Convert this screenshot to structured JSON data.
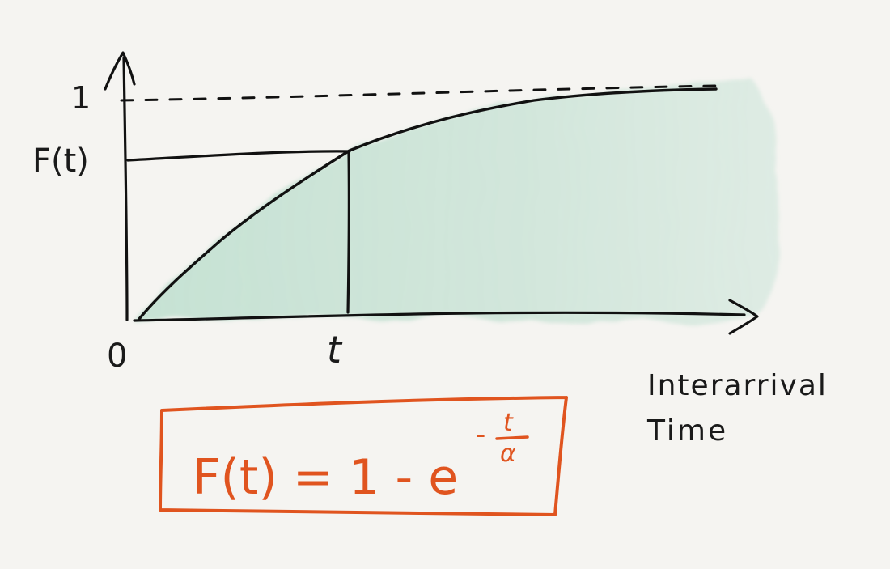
{
  "diagram": {
    "y_tick_one": "1",
    "y_tick_ft": "F(t)",
    "x_tick_zero": "0",
    "x_tick_t": "t",
    "x_axis_label_line1": "Interarrival",
    "x_axis_label_line2": "Time",
    "formula": {
      "lhs": "F(t) = 1 - e",
      "exp_sign": "-",
      "exp_numerator": "t",
      "exp_denominator": "α"
    },
    "colors": {
      "ink": "#111111",
      "fill": "#9fd3bb",
      "formula": "#e0541f",
      "background": "#f5f4f1"
    }
  }
}
